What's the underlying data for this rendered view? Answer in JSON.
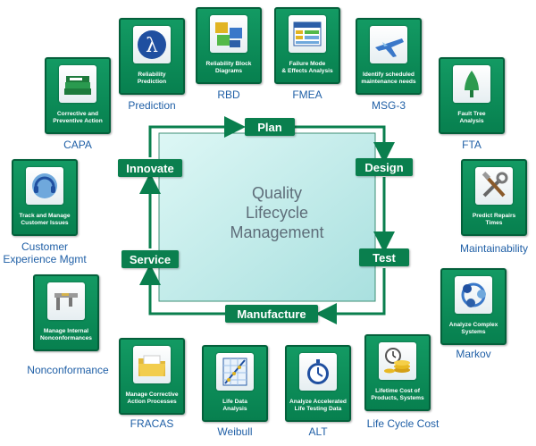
{
  "center": {
    "title": "Quality\nLifecycle\nManagement"
  },
  "stages": {
    "plan": "Plan",
    "design": "Design",
    "test": "Test",
    "manufacture": "Manufacture",
    "service": "Service",
    "innovate": "Innovate"
  },
  "modules": {
    "prediction": {
      "tile": "Reliability\nPrediction",
      "caption": "Prediction",
      "icon": "lambda-icon"
    },
    "rbd": {
      "tile": "Reliability Block\nDiagrams",
      "caption": "RBD",
      "icon": "block-diagram-icon"
    },
    "fmea": {
      "tile": "Failure Mode\n& Effects Analysis",
      "caption": "FMEA",
      "icon": "table-icon"
    },
    "msg3": {
      "tile": "Identify scheduled\nmaintenance needs",
      "caption": "MSG-3",
      "icon": "airplane-icon"
    },
    "capa": {
      "tile": "Corrective and\nPreventive Action",
      "caption": "CAPA",
      "icon": "stacked-books-icon"
    },
    "fta": {
      "tile": "Fault Tree\nAnalysis",
      "caption": "FTA",
      "icon": "fault-tree-icon"
    },
    "customer": {
      "tile": "Track and Manage\nCustomer Issues",
      "caption": "Customer\nExperience Mgmt",
      "icon": "headset-icon"
    },
    "maintainability": {
      "tile": "Predict Repairs\nTimes",
      "caption": "Maintainability",
      "icon": "tools-icon"
    },
    "nonconformance": {
      "tile": "Manage Internal\nNonconformances",
      "caption": "Nonconformance",
      "icon": "caliper-icon"
    },
    "markov": {
      "tile": "Analyze Complex\nSystems",
      "caption": "Markov",
      "icon": "orbit-icon"
    },
    "fracas": {
      "tile": "Manage Corrective\nAction Processes",
      "caption": "FRACAS",
      "icon": "folder-icon"
    },
    "weibull": {
      "tile": "Life Data\nAnalysis",
      "caption": "Weibull",
      "icon": "weibull-plot-icon"
    },
    "alt": {
      "tile": "Analyze Accelerated\nLife Testing Data",
      "caption": "ALT",
      "icon": "stopwatch-icon"
    },
    "lcc": {
      "tile": "Lifetime Cost of\nProducts, Systems",
      "caption": "Life Cycle Cost",
      "icon": "coins-clock-icon"
    }
  },
  "colors": {
    "tile_green": "#0a8a57",
    "stage_green": "#0a7f4e",
    "caption_blue": "#1f5fa6",
    "center_fill": "#c8efee"
  }
}
